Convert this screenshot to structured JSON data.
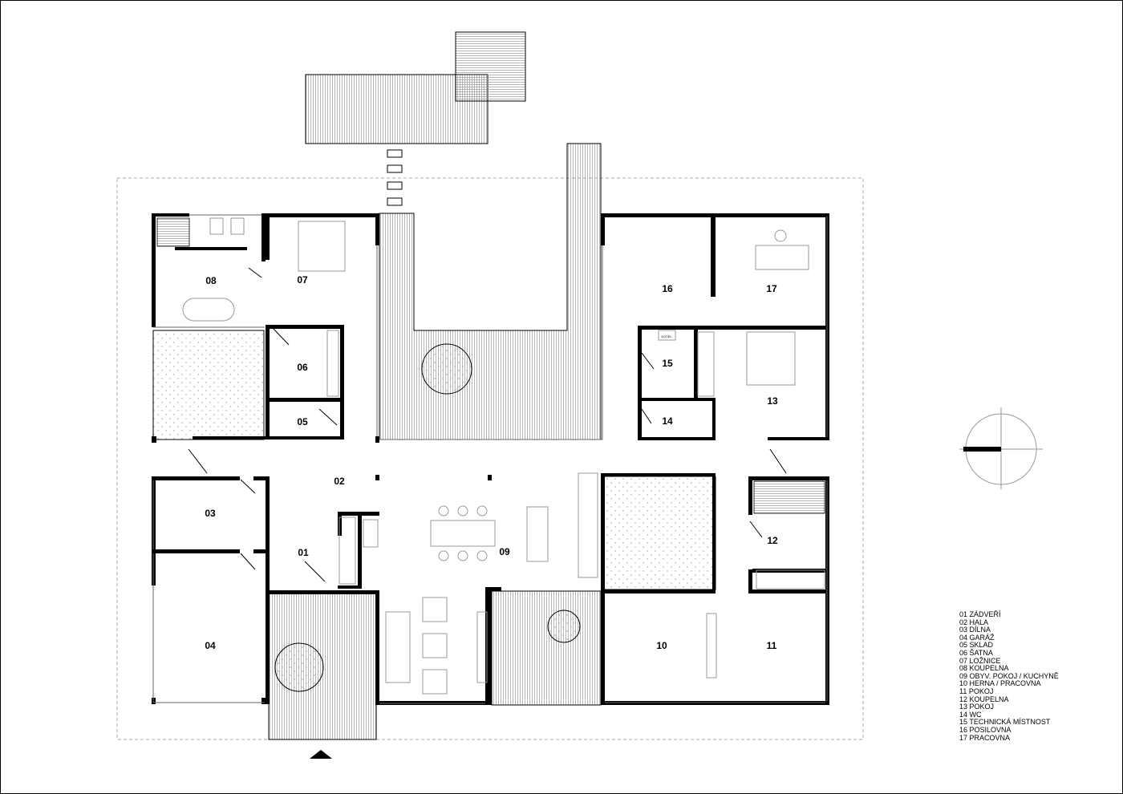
{
  "rooms": [
    {
      "num": "01"
    },
    {
      "num": "02"
    },
    {
      "num": "03"
    },
    {
      "num": "04"
    },
    {
      "num": "05"
    },
    {
      "num": "06"
    },
    {
      "num": "07"
    },
    {
      "num": "08"
    },
    {
      "num": "09"
    },
    {
      "num": "10"
    },
    {
      "num": "11"
    },
    {
      "num": "12"
    },
    {
      "num": "13"
    },
    {
      "num": "14"
    },
    {
      "num": "15"
    },
    {
      "num": "16"
    },
    {
      "num": "17"
    }
  ],
  "boiler_label": "KOTEL",
  "legend": [
    "01 ZÁDVEŘÍ",
    "02 HALA",
    "03 DÍLNA",
    "04 GARÁŽ",
    "05 SKLAD",
    "06 ŠATNA",
    "07 LOŽNICE",
    "08 KOUPELNA",
    "09 OBYV. POKOJ / KUCHYNĚ",
    "10 HERNA / PRACOVNA",
    "11 POKOJ",
    "12 KOUPELNA",
    "13 POKOJ",
    "14 WC",
    "15 TECHNICKÁ MÍSTNOST",
    "16 POSILOVNA",
    "17 PRACOVNA"
  ],
  "colors": {
    "wall": "#000000",
    "line": "#000000",
    "hatch": "#888888",
    "dots": "#999999"
  }
}
